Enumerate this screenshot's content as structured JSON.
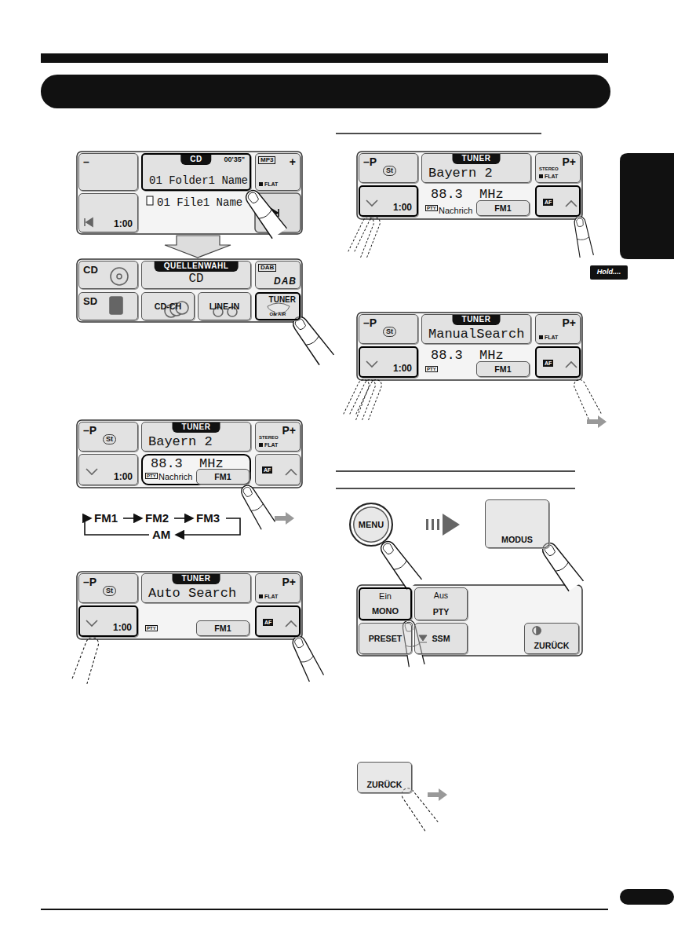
{
  "diagram": {
    "nodes": [
      {
        "text": [
          "–"
        ]
      },
      {
        "text": [
          "CD",
          "00'35\"",
          "01 Folder1 Name"
        ]
      },
      {
        "text": [
          "MP3",
          "+",
          "FLAT"
        ]
      },
      {
        "text": [
          "1:00"
        ]
      },
      {
        "text": [
          "CD"
        ]
      },
      {
        "text": [
          "QUELLENWAHL",
          "CD"
        ]
      },
      {
        "text": [
          "DAB",
          "DAB"
        ]
      },
      {
        "text": [
          "SD"
        ]
      },
      {
        "text": [
          "CD-CH"
        ]
      },
      {
        "text": [
          "LINE-IN"
        ]
      },
      {
        "text": [
          "TUNER",
          "ON AIR"
        ]
      },
      {
        "text": [
          "–P",
          "St"
        ]
      },
      {
        "text": [
          "TUNER",
          "Bayern 2"
        ]
      },
      {
        "text": [
          "P+",
          "STEREO",
          "FLAT"
        ]
      },
      {
        "text": [
          "1:00"
        ]
      },
      {
        "text": [
          "88.3",
          "MHz",
          "PTY",
          "Nachrich"
        ]
      },
      {
        "text": [
          "FM1"
        ],
        "in": 15
      },
      {
        "text": [
          "AF"
        ]
      },
      {
        "text": [
          "–P",
          "St"
        ]
      },
      {
        "text": [
          "TUNER",
          "Auto Search"
        ]
      },
      {
        "text": [
          "P+",
          "FLAT"
        ]
      },
      {
        "text": [
          "1:00"
        ]
      },
      {
        "text": [
          "FM1"
        ]
      },
      {
        "text": [
          "AF"
        ]
      },
      {
        "text": [
          "–P",
          "St"
        ]
      },
      {
        "text": [
          "TUNER",
          "Bayern 2"
        ]
      },
      {
        "text": [
          "P+",
          "STEREO",
          "FLAT"
        ]
      },
      {
        "text": [
          "1:00"
        ]
      },
      {
        "text": [
          "FM1"
        ]
      },
      {
        "text": [
          "AF"
        ]
      },
      {
        "text": [
          "Hold...."
        ]
      },
      {
        "text": [
          "–P",
          "St"
        ]
      },
      {
        "text": [
          "TUNER",
          "ManualSearch"
        ]
      },
      {
        "text": [
          "P+",
          "FLAT"
        ]
      },
      {
        "text": [
          "1:00"
        ]
      },
      {
        "text": [
          "FM1"
        ]
      },
      {
        "text": [
          "AF"
        ]
      },
      {
        "text": [
          "MENU"
        ]
      },
      {
        "text": [
          "MODUS"
        ]
      },
      {
        "text": [
          "Ein",
          "MONO"
        ]
      },
      {
        "text": [
          "Aus",
          "PTY"
        ]
      },
      {
        "text": [
          "PRESET"
        ]
      },
      {
        "text": [
          "SSM"
        ]
      },
      {
        "text": [
          "ZURÜCK"
        ]
      },
      {
        "text": [
          "ZURÜCK"
        ]
      }
    ],
    "labels": [
      "01 File1 Name",
      "FM1",
      "FM2",
      "FM3",
      "AM",
      "PTY",
      "88.3",
      "MHz",
      "PTY",
      "Nachrich",
      "88.3",
      "MHz",
      "PTY"
    ]
  }
}
